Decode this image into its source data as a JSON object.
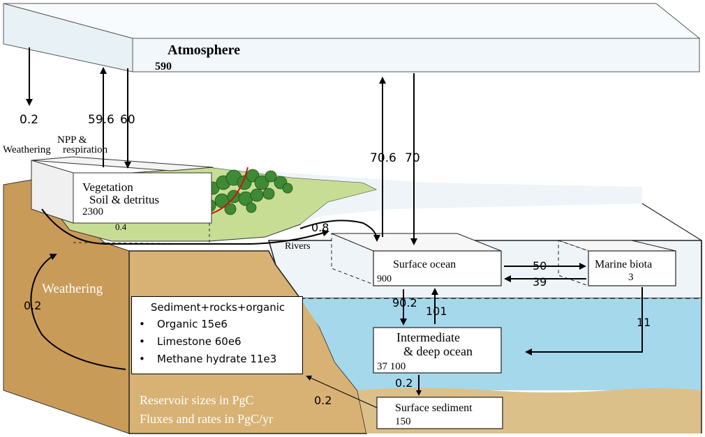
{
  "reservoirs": {
    "atmosphere": {
      "name": "Atmosphere",
      "value": "590"
    },
    "vegetation": {
      "line1": "Vegetation",
      "line2": "Soil & detritus",
      "value": "2300"
    },
    "surface_ocean": {
      "name": "Surface ocean",
      "value": "900"
    },
    "marine_biota": {
      "name": "Marine biota",
      "value": "3"
    },
    "deep_ocean": {
      "line1": "Intermediate",
      "line2": "& deep ocean",
      "value": "37 100"
    },
    "surface_sediment": {
      "name": "Surface sediment",
      "value": "150"
    }
  },
  "fluxes": {
    "weathering_atm": "0.2",
    "npp": "59.6",
    "respiration": "60",
    "ocean_up": "70.6",
    "ocean_down": "70",
    "rivers": "0.8",
    "soil_runoff": "0.4",
    "to_biota": "50",
    "from_biota": "39",
    "down_90": "90.2",
    "up_101": "101",
    "biota_sink": "11",
    "sediment": "0.2",
    "rock_return": "0.2",
    "weathering_loop": "0.2"
  },
  "labels": {
    "npp_respiration_1": "NPP &",
    "npp_respiration_2": "respiration",
    "weathering_small": "Weathering",
    "rivers": "Rivers",
    "weathering_big": "Weathering",
    "units_1": "Reservoir sizes in PgC",
    "units_2": "Fluxes and rates in PgC/yr"
  },
  "legend": {
    "title": "Sediment+rocks+organic",
    "items": [
      "Organic 15e6",
      "Limestone 60e6",
      "Methane hydrate 11e3"
    ]
  },
  "colors": {
    "sky": "#eaf3f8",
    "land": "#d9b57a",
    "land_dark": "#c79a56",
    "vegetation_green": "#c7dc92",
    "tree_green": "#4b8f3a",
    "deep_water": "#a6d8ec",
    "shallow_water": "#eef4f8",
    "sediment": "#dcc08a"
  }
}
